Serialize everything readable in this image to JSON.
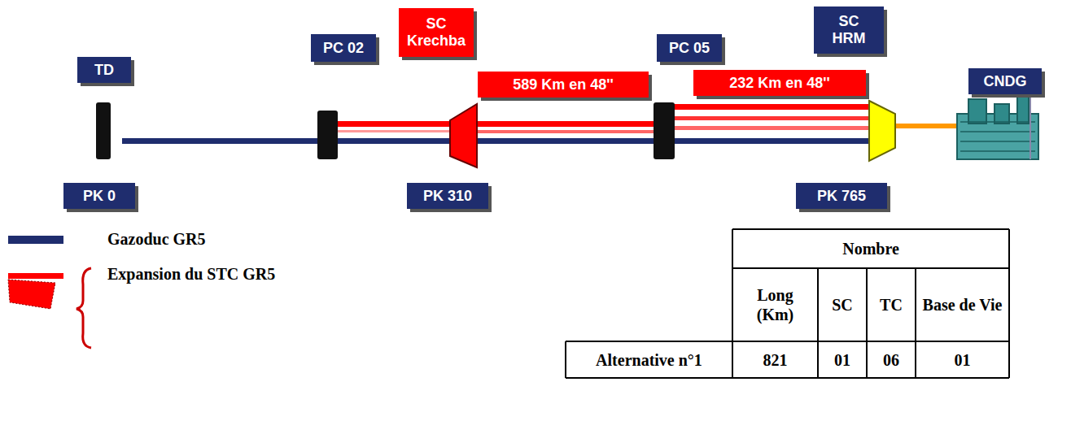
{
  "diagram": {
    "nodes": [
      {
        "text": [
          "TD"
        ]
      },
      {
        "text": [
          "PC 02"
        ]
      },
      {
        "text": [
          "SC Krechba"
        ]
      },
      {
        "text": [
          "589 Km en 48''"
        ]
      },
      {
        "text": [
          "PC 05"
        ]
      },
      {
        "text": [
          "SC HRM"
        ]
      },
      {
        "text": [
          "232 Km en 48''"
        ]
      },
      {
        "text": [
          "CNDG"
        ]
      },
      {
        "text": [
          "PK 0"
        ]
      },
      {
        "text": [
          "PK 310"
        ]
      },
      {
        "text": [
          "PK 765"
        ]
      }
    ],
    "labels": [
      "Nombre",
      "Long (Km)",
      "SC",
      "TC",
      "Base de Vie",
      "Alternative n°1",
      "821",
      "01",
      "06",
      "01"
    ],
    "legend": [
      {
        "text": "Gazoduc GR5",
        "color": "#1f2d6e"
      },
      {
        "text": "Expansion du STC GR5"
      }
    ]
  }
}
